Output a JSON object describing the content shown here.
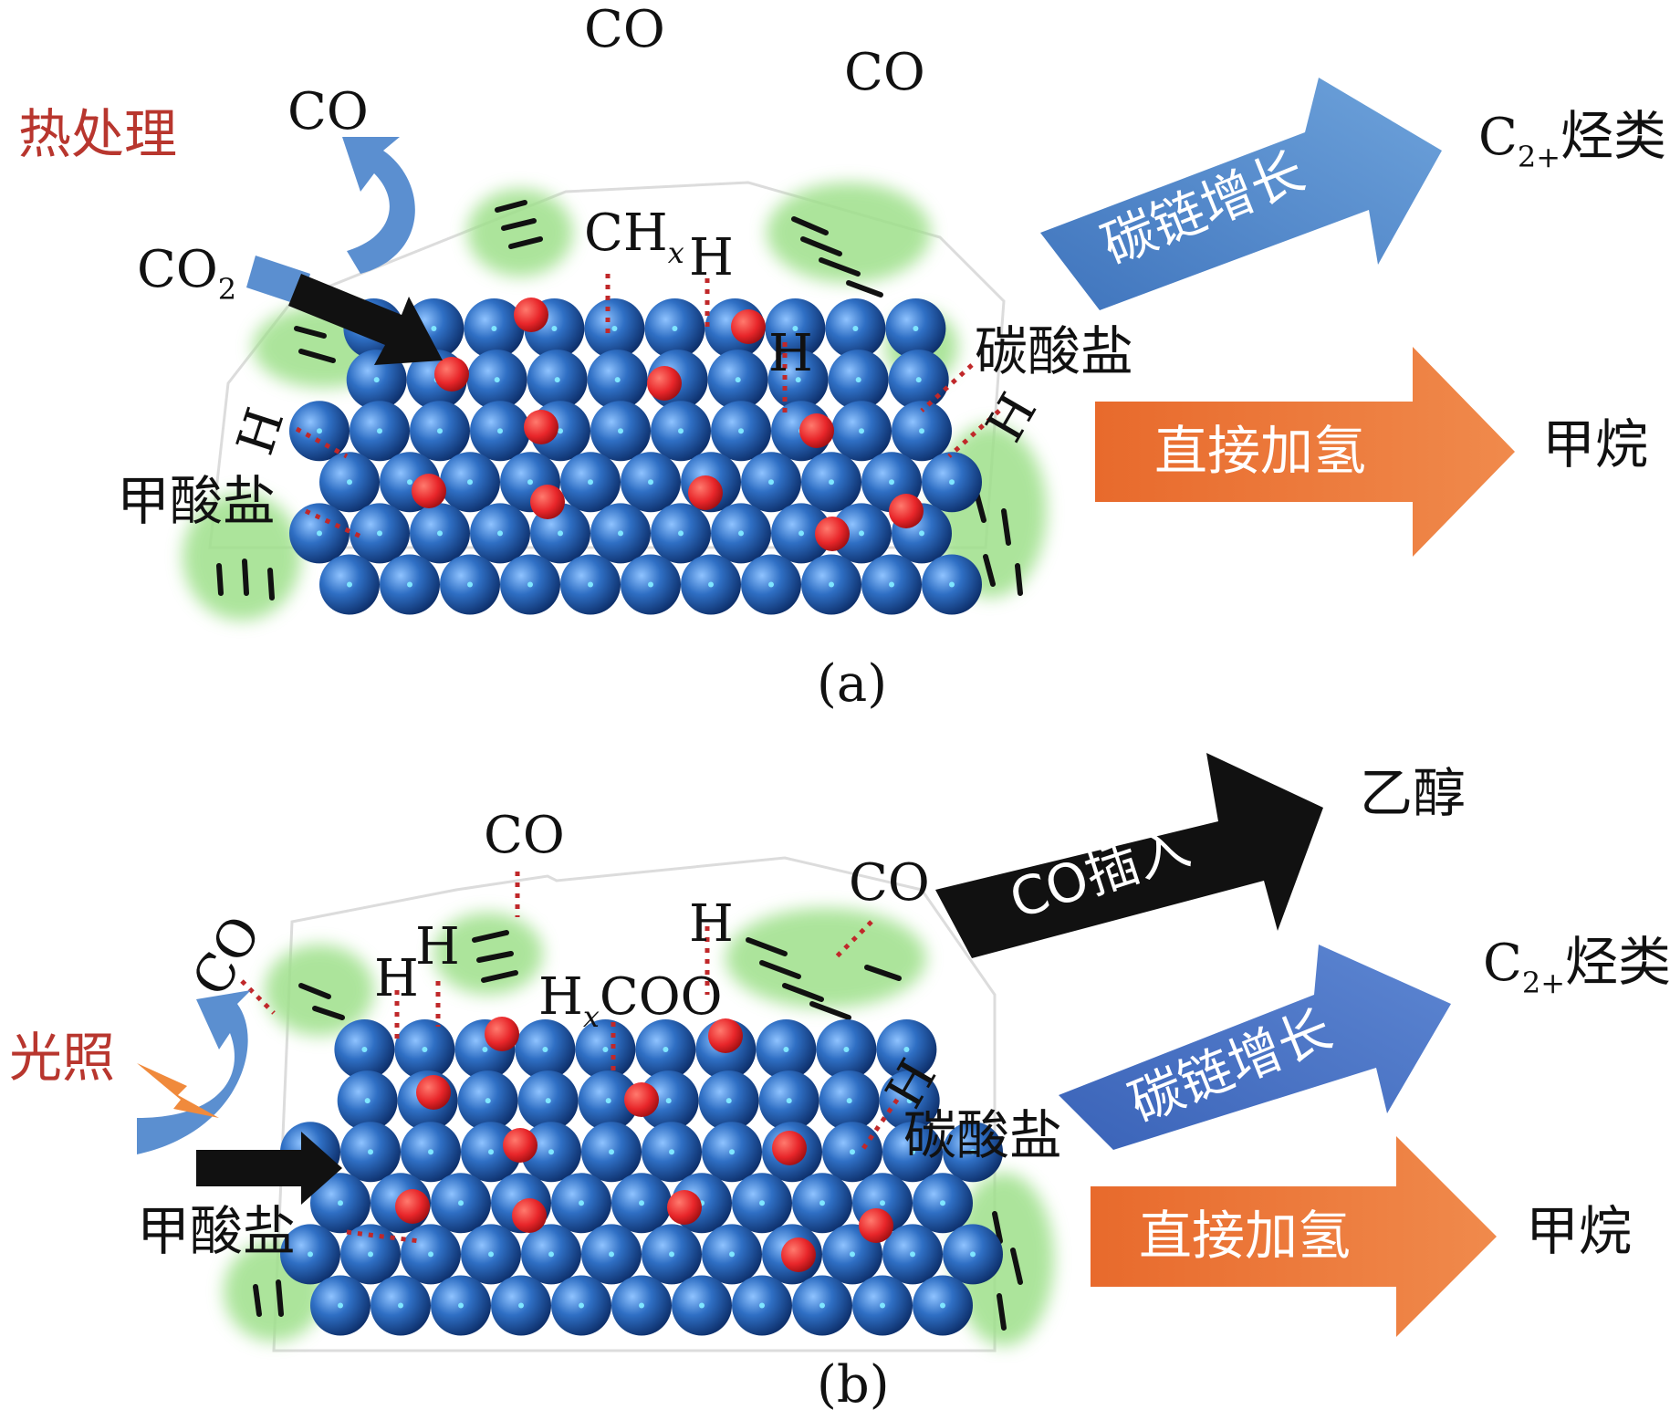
{
  "panel_a": {
    "caption": "(a)",
    "mode": "热处理",
    "co_labels": [
      "CO",
      "CO",
      "CO"
    ],
    "co2": {
      "main": "CO",
      "sub": "2"
    },
    "chx": {
      "main": "CH",
      "sub": "x"
    },
    "h": "H",
    "carbonate": "碳酸盐",
    "formate": "甲酸盐",
    "arrow_chain": "碳链增长",
    "arrow_hydro": "直接加氢",
    "product_c2": {
      "main": "C",
      "sub": "2+",
      "tail": "烃类"
    },
    "product_methane": "甲烷"
  },
  "panel_b": {
    "caption": "(b)",
    "mode": "光照",
    "co": "CO",
    "h": "H",
    "hxcoo": {
      "main": "H",
      "sub": "x",
      "tail": "COO"
    },
    "carbonate": "碳酸盐",
    "formate": "甲酸盐",
    "arrow_co_insert": "CO插入",
    "arrow_chain": "碳链增长",
    "arrow_hydro": "直接加氢",
    "product_ethanol": "乙醇",
    "product_c2": {
      "main": "C",
      "sub": "2+",
      "tail": "烃类"
    },
    "product_methane": "甲烷"
  },
  "colors": {
    "atom_blue": "#2f6fc4",
    "adsorbate_red": "#e8262a",
    "support_green": "#9ee08a",
    "arrow_blue": "#4f86c6",
    "arrow_orange": "#ec7a3c",
    "arrow_black": "#111111",
    "label_red": "#b8362e"
  }
}
